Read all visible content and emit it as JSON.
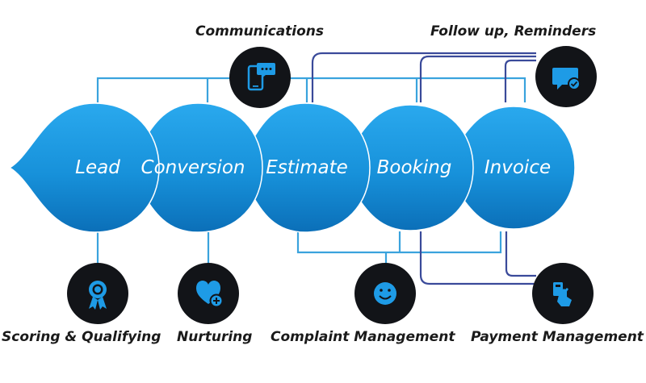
{
  "stages": [
    {
      "label": "Lead"
    },
    {
      "label": "Conversion"
    },
    {
      "label": "Estimate"
    },
    {
      "label": "Booking"
    },
    {
      "label": "Invoice"
    }
  ],
  "features": {
    "communications": {
      "label": "Communications",
      "icon": "smartphone-chat-icon"
    },
    "followup": {
      "label": "Follow up, Reminders",
      "icon": "chat-check-icon"
    },
    "scoring": {
      "label": "Scoring & Qualifying",
      "icon": "award-badge-icon"
    },
    "nurturing": {
      "label": "Nurturing",
      "icon": "heart-plus-icon"
    },
    "complaint": {
      "label": "Complaint Management",
      "icon": "smiley-icon"
    },
    "payment": {
      "label": "Payment Management",
      "icon": "hand-card-icon"
    }
  },
  "colors": {
    "stage_fill": "#1a8fd8",
    "connector_light": "#3aa3dd",
    "connector_dark": "#3a4a9a",
    "icon_circle": "#121418",
    "icon_glyph": "#1e9be6"
  }
}
